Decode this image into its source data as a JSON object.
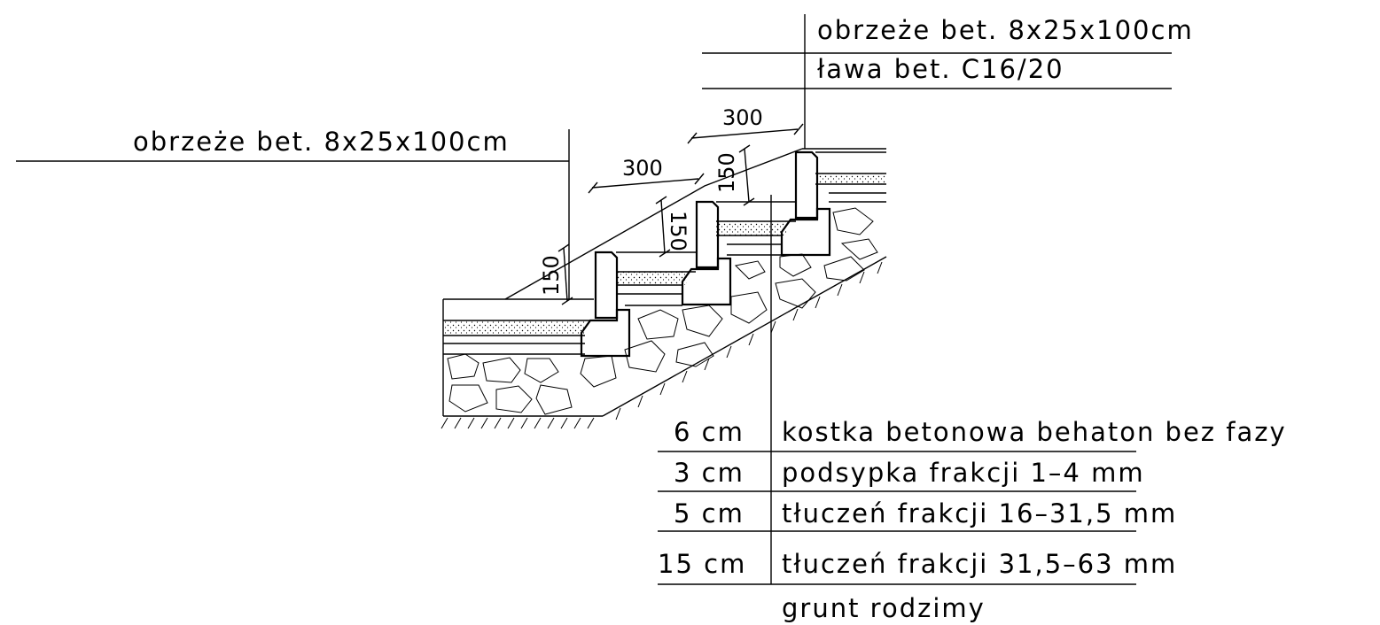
{
  "callout_top": {
    "line1": "obrzeże bet. 8x25x100cm",
    "line2": "ława bet. C16/20"
  },
  "callout_left": {
    "line1": "obrzeże bet. 8x25x100cm"
  },
  "dimensions": {
    "tread_upper": "300",
    "tread_lower": "300",
    "riser_right": "150",
    "riser_middle": "150",
    "riser_left": "150"
  },
  "layers": [
    {
      "thickness": "6 cm",
      "description": "kostka betonowa behaton bez fazy"
    },
    {
      "thickness": "3 cm",
      "description": "podsypka frakcji 1–4 mm"
    },
    {
      "thickness": "5 cm",
      "description": "tłuczeń frakcji 16–31,5 mm"
    },
    {
      "thickness": "15 cm",
      "description": "tłuczeń frakcji 31,5–63 mm"
    }
  ],
  "subgrade": "grunt rodzimy"
}
